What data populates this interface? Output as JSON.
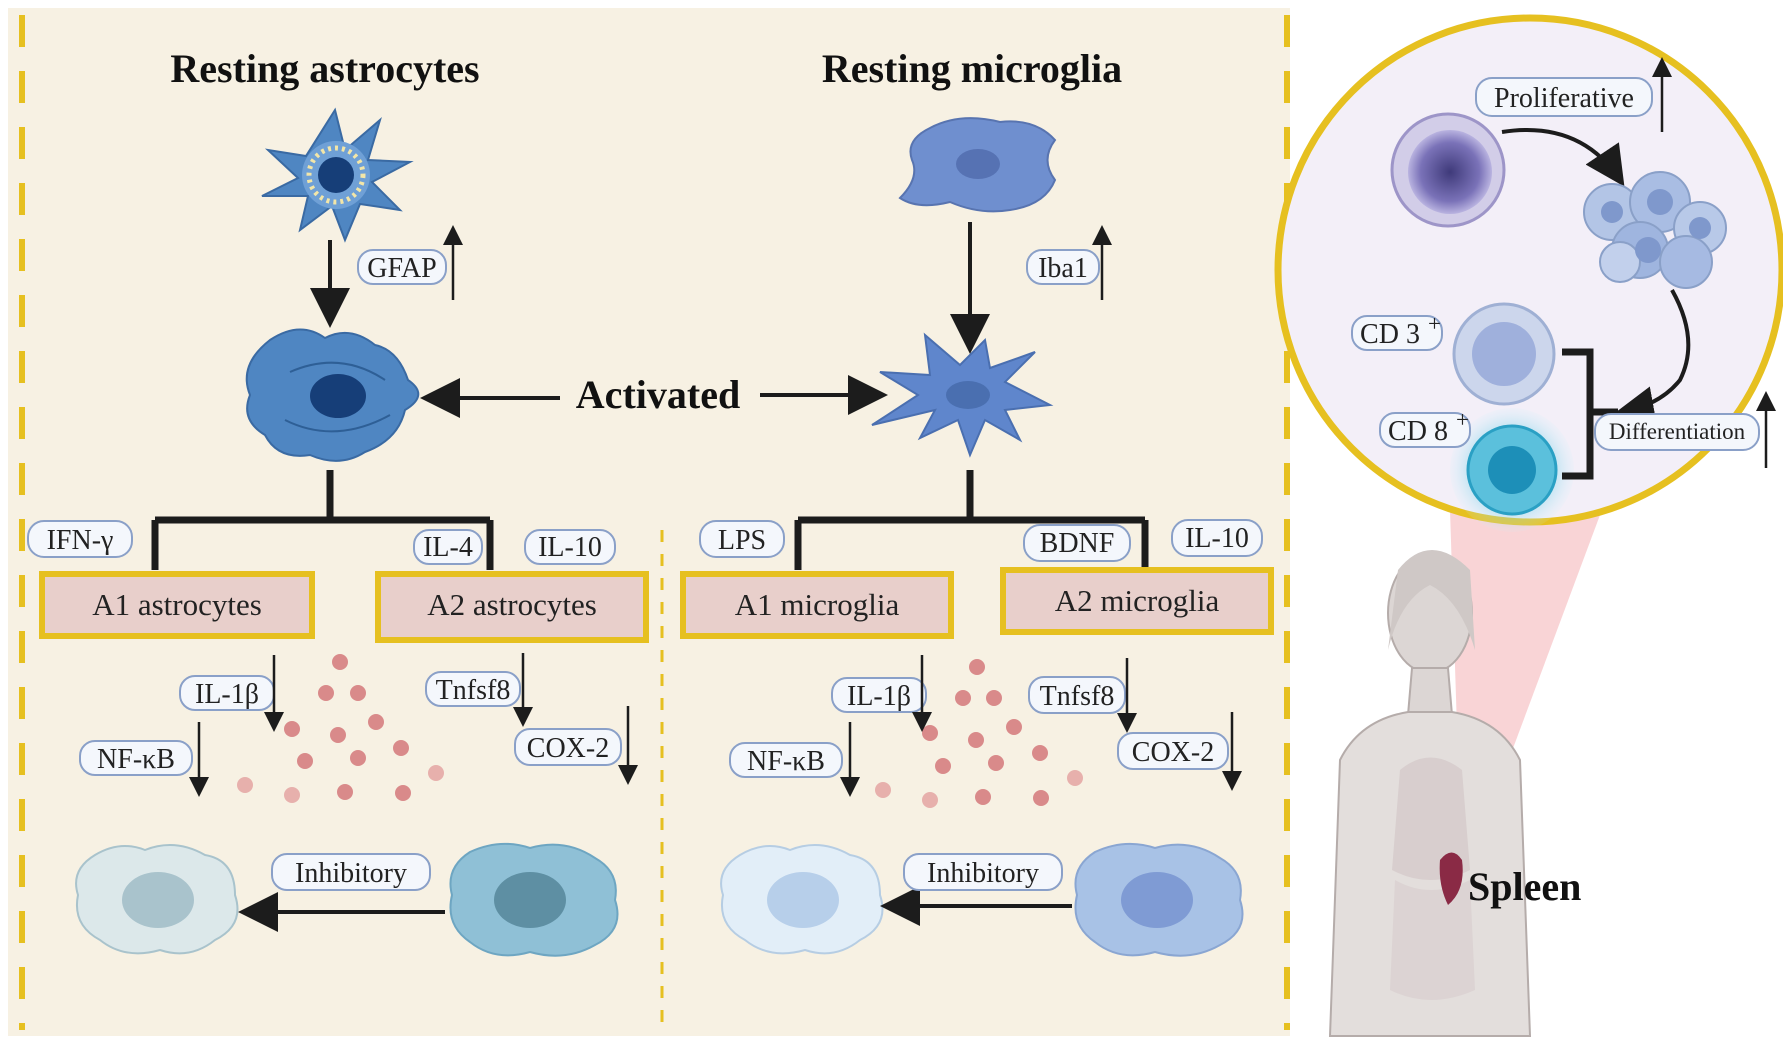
{
  "left_panel": {
    "title": "Resting astrocytes",
    "marker": "GFAP",
    "inducers": [
      "IFN-γ",
      "IL-4",
      "IL-10"
    ],
    "a1_label": "A1 astrocytes",
    "a2_label": "A2 astrocytes",
    "a1_factors": [
      "IL-1β",
      "NF-κB"
    ],
    "a2_factors": [
      "Tnfsf8",
      "COX-2"
    ],
    "inhibitory": "Inhibitory"
  },
  "center": {
    "activated": "Activated"
  },
  "middle_panel": {
    "title": "Resting microglia",
    "marker": "Iba1",
    "inducers": [
      "LPS",
      "BDNF",
      "IL-10"
    ],
    "a1_label": "A1 microglia",
    "a2_label": "A2 microglia",
    "a1_factors": [
      "IL-1β",
      "NF-κB"
    ],
    "a2_factors": [
      "Tnfsf8",
      "COX-2"
    ],
    "inhibitory": "Inhibitory"
  },
  "right_panel": {
    "proliferative": "Proliferative",
    "cd3": "CD 3",
    "cd3_sup": "+",
    "cd8": "CD 8",
    "cd8_sup": "+",
    "differentiation": "Differentiation",
    "organ": "Spleen"
  },
  "colors": {
    "background": "#f7f1e3",
    "divider": "#e6c020",
    "box_fill": "#e8cfcb",
    "cell_blue": "#5f8fc8",
    "dot_red": "#d98a8a"
  }
}
